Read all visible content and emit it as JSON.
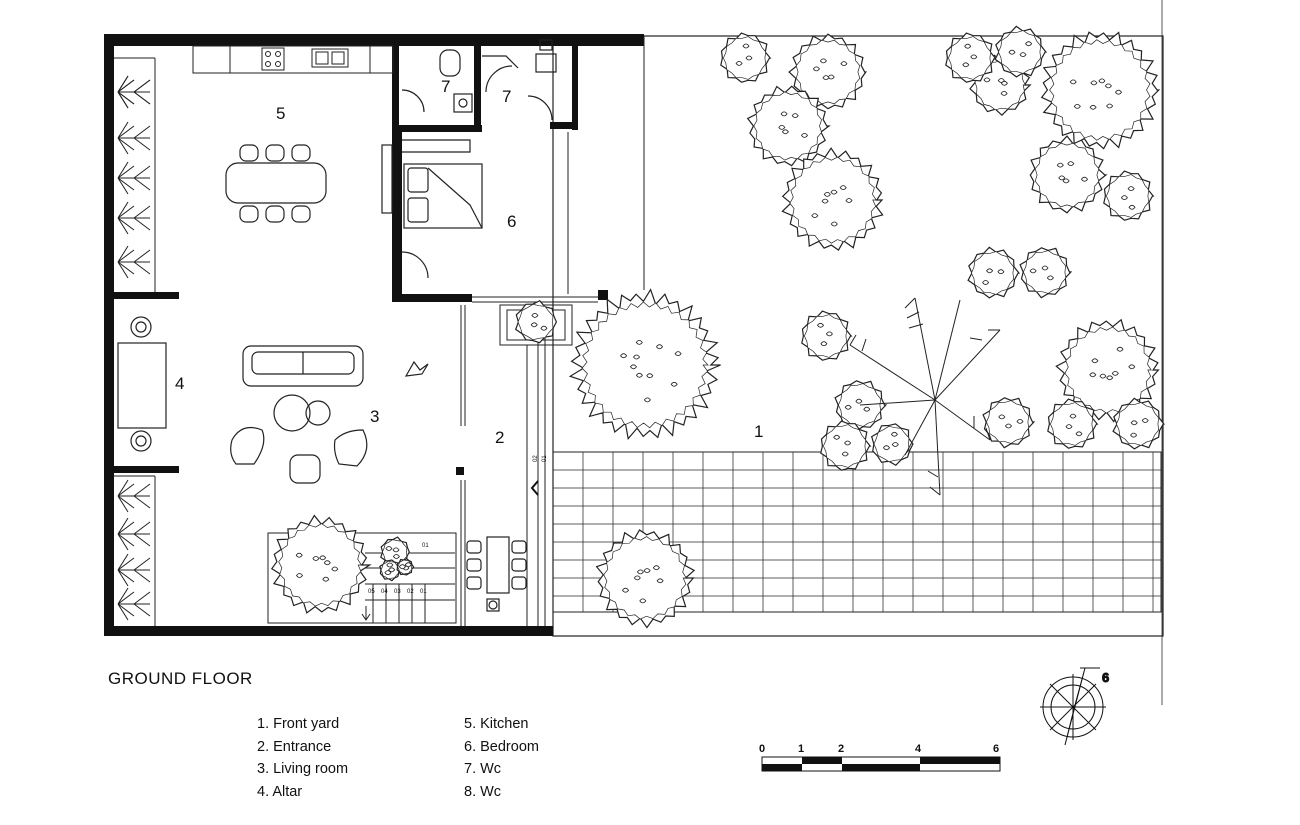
{
  "drawing": {
    "title": "GROUND FLOOR",
    "room_numbers": {
      "front_yard": "1",
      "entrance": "2",
      "living_room": "3",
      "altar": "4",
      "kitchen": "5",
      "bedroom": "6",
      "wc_a": "7",
      "wc_b": "7"
    },
    "stair_numbers": [
      "05",
      "04",
      "03",
      "02",
      "01"
    ],
    "step_marks": [
      "02",
      "01"
    ],
    "stair_top_mark": "01"
  },
  "legend": {
    "left": [
      "1. Front yard",
      "2. Entrance",
      "3. Living room",
      "4. Altar"
    ],
    "right": [
      "5. Kitchen",
      "6. Bedroom",
      "7. Wc",
      "8. Wc"
    ]
  },
  "scale_bar": {
    "ticks": [
      "0",
      "1",
      "2",
      "4",
      "6"
    ]
  },
  "north_arrow": {
    "label": "6"
  },
  "colors": {
    "wall": "#111111",
    "line": "#222222",
    "background": "#ffffff"
  }
}
